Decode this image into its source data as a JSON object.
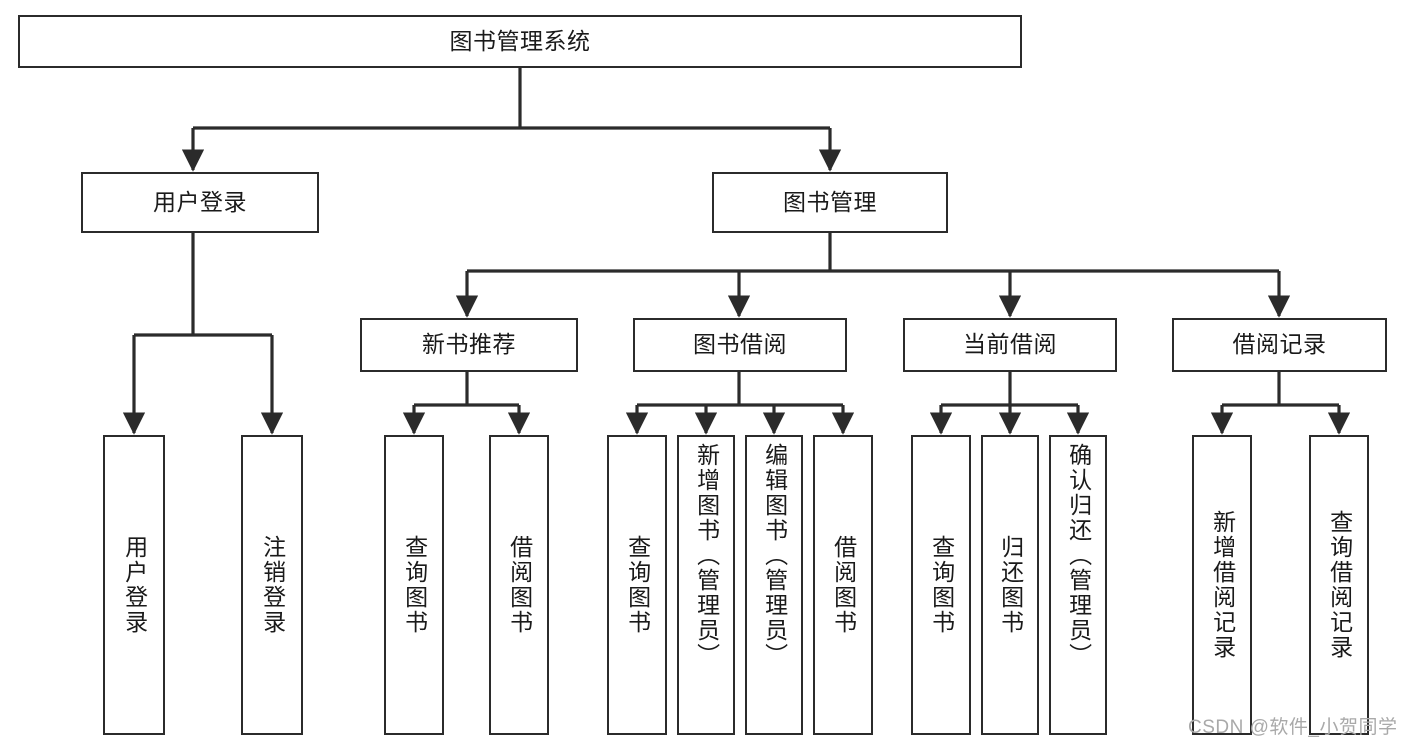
{
  "diagram": {
    "title": "图书管理系统",
    "type": "tree-hierarchy",
    "watermark": "CSDN @软件_小贺同学",
    "colors": {
      "stroke": "#2b2b2b",
      "fill": "#ffffff",
      "text": "#1a1a1a",
      "watermark": "#a9a9a9"
    },
    "levels": {
      "root": {
        "label": "图书管理系统"
      },
      "level1": [
        {
          "id": "user-login",
          "label": "用户登录"
        },
        {
          "id": "book-manage",
          "label": "图书管理"
        }
      ],
      "level2": [
        {
          "id": "new-book-recommend",
          "label": "新书推荐",
          "parent": "book-manage"
        },
        {
          "id": "book-borrow",
          "label": "图书借阅",
          "parent": "book-manage"
        },
        {
          "id": "current-borrow",
          "label": "当前借阅",
          "parent": "book-manage"
        },
        {
          "id": "borrow-record",
          "label": "借阅记录",
          "parent": "book-manage"
        }
      ],
      "leaves": {
        "user-login": [
          {
            "id": "leaf-user-login",
            "label": "用户登录"
          },
          {
            "id": "leaf-user-logout",
            "label": "注销登录"
          }
        ],
        "new-book-recommend": [
          {
            "id": "leaf-query-book-1",
            "label": "查询图书"
          },
          {
            "id": "leaf-borrow-book-1",
            "label": "借阅图书"
          }
        ],
        "book-borrow": [
          {
            "id": "leaf-query-book-2",
            "label": "查询图书"
          },
          {
            "id": "leaf-add-book",
            "label": "新增图书（管理员）"
          },
          {
            "id": "leaf-edit-book",
            "label": "编辑图书（管理员）"
          },
          {
            "id": "leaf-borrow-book-2",
            "label": "借阅图书"
          }
        ],
        "current-borrow": [
          {
            "id": "leaf-query-book-3",
            "label": "查询图书"
          },
          {
            "id": "leaf-return-book",
            "label": "归还图书"
          },
          {
            "id": "leaf-confirm-return",
            "label": "确认归还（管理员）"
          }
        ],
        "borrow-record": [
          {
            "id": "leaf-add-record",
            "label": "新增借阅记录"
          },
          {
            "id": "leaf-query-record",
            "label": "查询借阅记录"
          }
        ]
      }
    }
  }
}
